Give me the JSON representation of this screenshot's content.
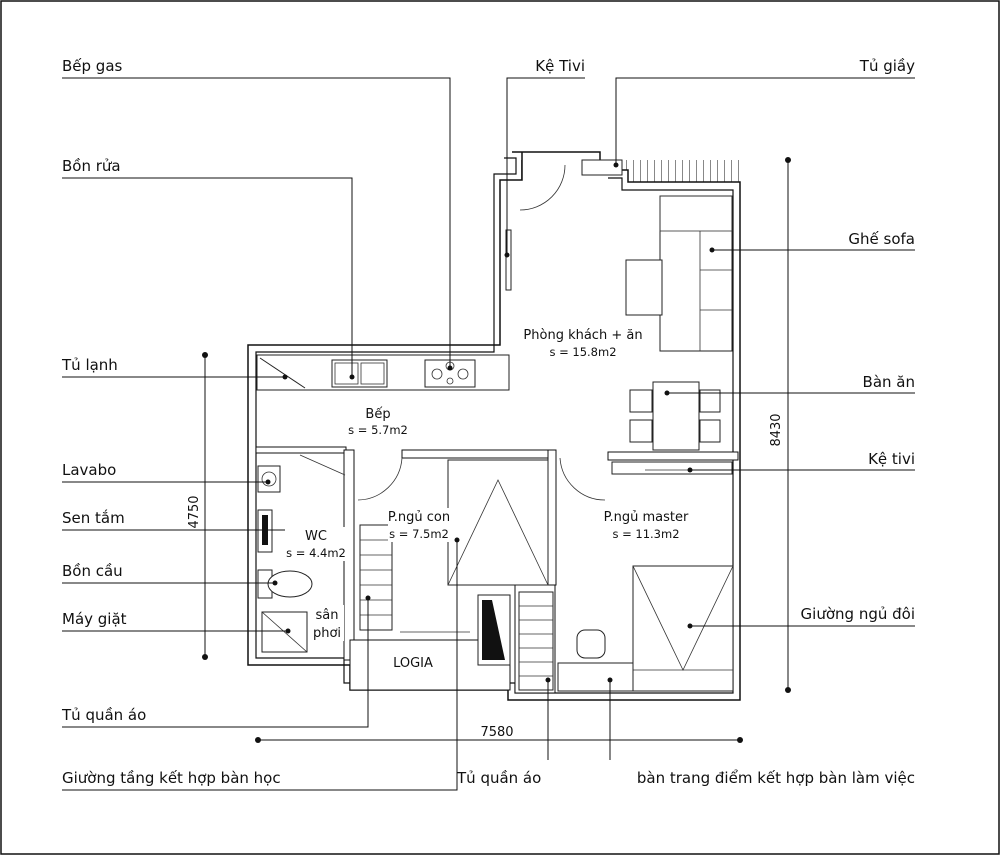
{
  "labels_left": [
    {
      "key": "bep_gas",
      "text": "Bếp gas"
    },
    {
      "key": "bon_rua",
      "text": "Bồn rửa"
    },
    {
      "key": "tu_lanh",
      "text": "Tủ lạnh"
    },
    {
      "key": "lavabo",
      "text": "Lavabo"
    },
    {
      "key": "sen_tam",
      "text": "Sen tắm"
    },
    {
      "key": "bon_cau",
      "text": "Bồn cầu"
    },
    {
      "key": "may_giat",
      "text": "Máy giặt"
    },
    {
      "key": "tu_quan_ao_1",
      "text": "Tủ quần áo"
    },
    {
      "key": "giuong_tang",
      "text": "Giường tầng kết hợp bàn học"
    }
  ],
  "labels_right": [
    {
      "key": "ke_tivi_top",
      "text": "Kệ Tivi"
    },
    {
      "key": "tu_giay",
      "text": "Tủ giầy"
    },
    {
      "key": "ghe_sofa",
      "text": "Ghế sofa"
    },
    {
      "key": "ban_an",
      "text": "Bàn ăn"
    },
    {
      "key": "ke_tivi",
      "text": "Kệ tivi"
    },
    {
      "key": "giuong_doi",
      "text": "Giường ngủ đôi"
    },
    {
      "key": "tu_quan_ao_2",
      "text": "Tủ quần áo"
    },
    {
      "key": "ban_trang_diem",
      "text": "bàn trang điểm kết hợp bàn làm việc"
    }
  ],
  "rooms": [
    {
      "key": "living",
      "name": "Phòng khách + ăn",
      "area": "s = 15.8m2"
    },
    {
      "key": "kitchen",
      "name": "Bếp",
      "area": "s = 5.7m2"
    },
    {
      "key": "wc",
      "name": "WC",
      "area": "s = 4.4m2"
    },
    {
      "key": "child",
      "name": "P.ngủ con",
      "area": "s = 7.5m2"
    },
    {
      "key": "master",
      "name": "P.ngủ master",
      "area": "s = 11.3m2"
    },
    {
      "key": "san_phoi_1",
      "name": "sân",
      "area": "phơi"
    },
    {
      "key": "logia",
      "name": "LOGIA",
      "area": ""
    }
  ],
  "dimensions": {
    "width": "7580",
    "height_left": "4750",
    "height_right": "8430"
  }
}
